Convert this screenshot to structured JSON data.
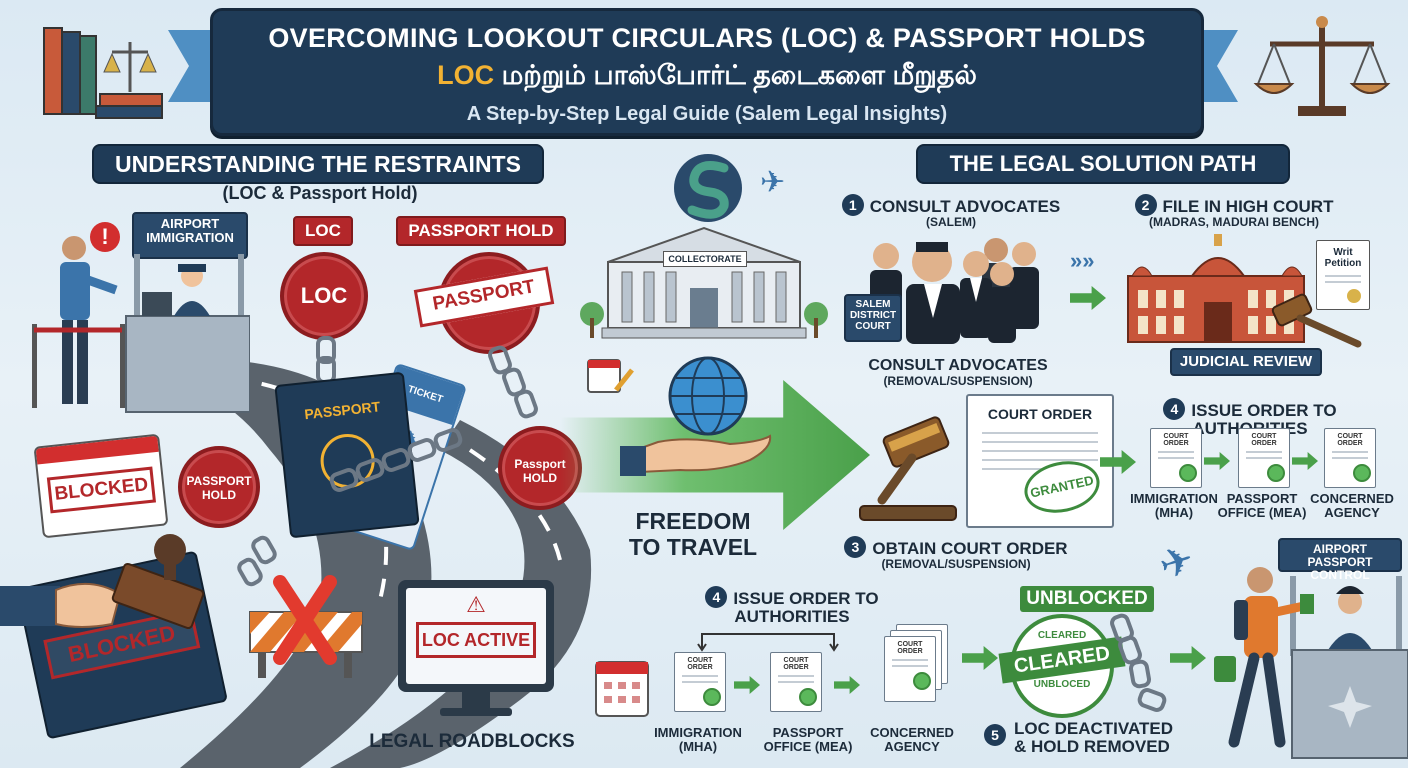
{
  "header": {
    "title": "OVERCOMING LOOKOUT CIRCULARS (LOC) & PASSPORT HOLDS",
    "tamil_highlight": "LOC",
    "tamil_rest": "மற்றும் பாஸ்போர்ட் தடைகளை மீறுதல்",
    "subtitle": "A Step-by-Step Legal Guide (Salem Legal Insights)"
  },
  "left": {
    "section_title": "UNDERSTANDING THE RESTRAINTS",
    "section_subtitle": "(LOC & Passport Hold)",
    "airport_sign": "AIRPORT IMMIGRATION",
    "loc_tag": "LOC",
    "passport_hold_tag": "PASSPORT HOLD",
    "loc_seal": "LOC",
    "passport_seal": "PASSPORT",
    "passport_book": "PASSPORT",
    "ticket_text": "TICKET",
    "blocked_calendar": "BLOCKED",
    "passport_hold_stamp": "PASSPORT HOLD",
    "passport_hold_seal": "Passport HOLD",
    "blocked_passport": "BLOCKED",
    "loc_active": "LOC ACTIVE",
    "roadblocks_label": "LEGAL ROADBLOCKS"
  },
  "middle": {
    "building_sign": "COLLECTORATE",
    "freedom_label": "FREEDOM TO TRAVEL"
  },
  "right": {
    "section_title": "THE LEGAL SOLUTION PATH",
    "step1": {
      "num": "1",
      "title": "CONSULT ADVOCATES",
      "sub": "(SALEM)"
    },
    "court_sign": "SALEM DISTRICT COURT",
    "consult_label": "CONSULT ADVOCATES",
    "consult_sub": "(REMOVAL/SUSPENSION)",
    "step2": {
      "num": "2",
      "title": "FILE IN HIGH COURT",
      "sub": "(MADRAS, MADURAI BENCH)"
    },
    "writ": "Writ Petition",
    "judicial_review": "JUDICIAL REVIEW",
    "court_order_doc": "COURT ORDER",
    "granted": "GRANTED",
    "step3": {
      "num": "3",
      "title": "OBTAIN COURT ORDER",
      "sub": "(REMOVAL/SUSPENSION)"
    },
    "step4_top": {
      "num": "4",
      "title": "ISSUE ORDER TO AUTHORITIES"
    },
    "small_doc": "COURT ORDER",
    "authorities": [
      "IMMIGRATION (MHA)",
      "PASSPORT OFFICE (MEA)",
      "CONCERNED AGENCY"
    ],
    "step4_bottom": {
      "num": "4",
      "title": "ISSUE ORDER TO AUTHORITIES"
    },
    "authorities_bottom": [
      "IMMIGRATION (MHA)",
      "PASSPORT OFFICE (MEA)",
      "CONCERNED AGENCY"
    ],
    "unblocked": "UNBLOCKED",
    "cleared_top": "CLEARED",
    "cleared_main": "CLEARED",
    "cleared_bottom": "UNBLOCED",
    "step5": {
      "num": "5",
      "title": "LOC DEACTIVATED & HOLD REMOVED"
    },
    "passport_control": "AIRPORT PASSPORT CONTROL"
  },
  "colors": {
    "navy": "#1f3b57",
    "red": "#b3272a",
    "green": "#4aa04a",
    "accent": "#f2b233"
  }
}
